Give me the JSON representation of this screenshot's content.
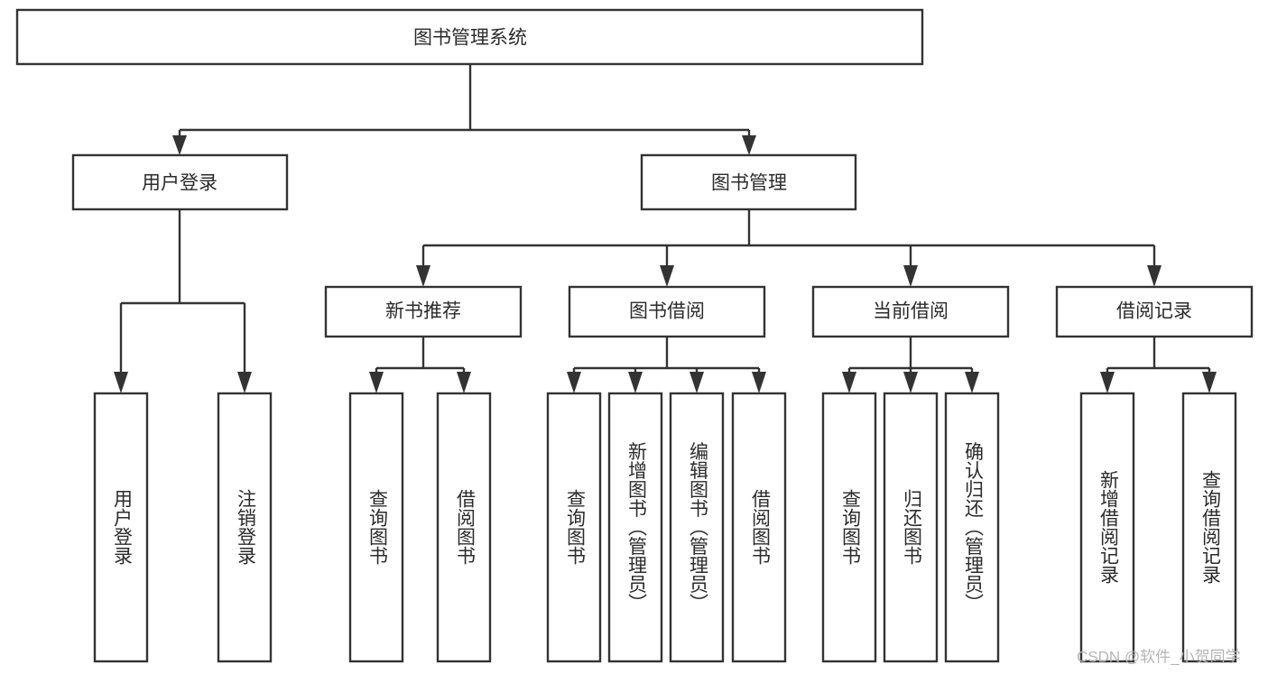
{
  "diagram": {
    "title": "图书管理系统",
    "type": "tree-hierarchy-diagram",
    "background_color": "#ffffff",
    "line_color": "#333333",
    "text_color": "#2b2b2b",
    "nodes": {
      "root": {
        "label": "图书管理系统",
        "orientation": "horizontal"
      },
      "level2": [
        {
          "label": "用户登录",
          "orientation": "horizontal"
        },
        {
          "label": "图书管理",
          "orientation": "horizontal"
        }
      ],
      "level3": [
        {
          "label": "新书推荐",
          "orientation": "horizontal"
        },
        {
          "label": "图书借阅",
          "orientation": "horizontal"
        },
        {
          "label": "当前借阅",
          "orientation": "horizontal"
        },
        {
          "label": "借阅记录",
          "orientation": "horizontal"
        }
      ],
      "leaves_user_login": [
        {
          "label": "用户登录",
          "orientation": "vertical"
        },
        {
          "label": "注销登录",
          "orientation": "vertical"
        }
      ],
      "leaves_new_book": [
        {
          "label": "查询图书",
          "orientation": "vertical"
        },
        {
          "label": "借阅图书",
          "orientation": "vertical"
        }
      ],
      "leaves_borrow": [
        {
          "label": "查询图书",
          "orientation": "vertical"
        },
        {
          "label": "新增图书（管理员）",
          "orientation": "vertical"
        },
        {
          "label": "编辑图书（管理员）",
          "orientation": "vertical"
        },
        {
          "label": "借阅图书",
          "orientation": "vertical"
        }
      ],
      "leaves_current": [
        {
          "label": "查询图书",
          "orientation": "vertical"
        },
        {
          "label": "归还图书",
          "orientation": "vertical"
        },
        {
          "label": "确认归还（管理员）",
          "orientation": "vertical"
        }
      ],
      "leaves_records": [
        {
          "label": "新增借阅记录",
          "orientation": "vertical"
        },
        {
          "label": "查询借阅记录",
          "orientation": "vertical"
        }
      ]
    },
    "watermark": "CSDN @软件_小贺同学"
  }
}
